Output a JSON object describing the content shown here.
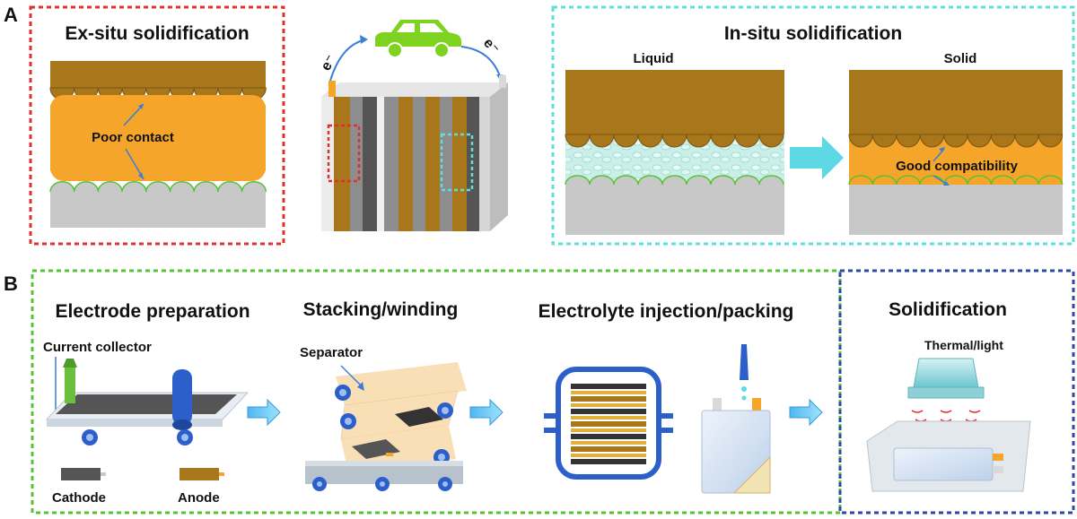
{
  "panel_a": {
    "label": "A",
    "ex_situ": {
      "title": "Ex-situ solidification",
      "annotation": "Poor contact",
      "border_color": "#e0302e"
    },
    "battery": {
      "electron_left": "e⁻",
      "electron_right": "e⁻",
      "car_color": "#7ed321"
    },
    "in_situ": {
      "title": "In-situ solidification",
      "liquid_label": "Liquid",
      "solid_label": "Solid",
      "annotation": "Good compatibility",
      "border_color": "#5fe0d8"
    }
  },
  "panel_b": {
    "label": "B",
    "steps": [
      {
        "title": "Electrode preparation"
      },
      {
        "title": "Stacking/winding"
      },
      {
        "title": "Electrolyte injection/packing"
      },
      {
        "title": "Solidification"
      }
    ],
    "current_collector": "Current collector",
    "cathode": "Cathode",
    "anode": "Anode",
    "separator": "Separator",
    "thermal_light": "Thermal/light",
    "green_border_color": "#56c236",
    "blue_border_color": "#2b4aa0"
  },
  "colors": {
    "electrode_brown": "#a8771c",
    "electrolyte_orange": "#f5a52a",
    "collector_gray": "#c8c8c8",
    "arrow_cyan": "#5fd8e6",
    "roller_blue": "#2c5fc9"
  }
}
